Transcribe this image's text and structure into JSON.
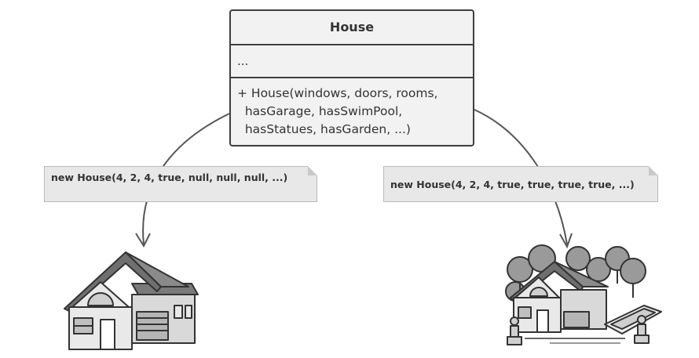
{
  "uml_class": {
    "name": "House",
    "fields": "...",
    "constructor_lines": [
      "+ House(windows, doors, rooms,",
      "  hasGarage, hasSwimPool,",
      "  hasStatues, hasGarden, ...)"
    ]
  },
  "calls": {
    "left": "new House(4, 2, 4, true, null, null, null, ...)",
    "right": "new House(4, 2, 4, true, true, true, true, ...)"
  },
  "colors": {
    "box_fill": "#f2f2f2",
    "box_border": "#3f3f3f",
    "note_fill": "#e8e8e8",
    "connector": "#555555"
  },
  "icons": {
    "simple_house": "house-with-garage-icon",
    "fancy_house": "house-with-garden-pool-statues-icon"
  }
}
